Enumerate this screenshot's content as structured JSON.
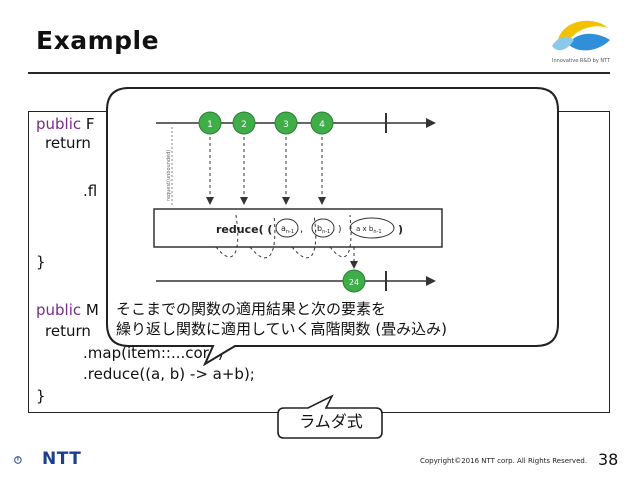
{
  "slide": {
    "title": "Example",
    "page_number": "38",
    "copyright": "Copyright©2016  NTT corp. All Rights Reserved."
  },
  "header_logo": {
    "caption": "Innovative R&D by NTT"
  },
  "footer_logo": {
    "text": "NTT"
  },
  "code": {
    "lines": [
      {
        "keyword": "public",
        "text": " F"
      },
      {
        "keyword": "",
        "text": "return"
      },
      {
        "keyword": "",
        "text": ".fl"
      },
      {
        "keyword": "",
        "text": "}"
      },
      {
        "keyword": "public",
        "text": " M"
      },
      {
        "keyword": "",
        "text": "return"
      },
      {
        "keyword": "",
        "text": ".map(item::...core)"
      },
      {
        "keyword": "",
        "text": ".reduce((a, b) -> a+b);"
      },
      {
        "keyword": "",
        "text": "}"
      }
    ]
  },
  "callout": {
    "line1": "そこまでの関数の適用結果と次の要素を",
    "line2": "繰り返し関数に適用していく高階関数 (畳み込み)"
  },
  "marble_diagram": {
    "inputs": [
      "1",
      "2",
      "3",
      "4"
    ],
    "axis_label": "request(unbounded)",
    "operator_label": "reduce( (",
    "arg_a": "a",
    "arg_a_sub": "n-1",
    "arg_b": "b",
    "arg_b_sub": "n-1",
    "result_label": "a",
    "result_mid": " x b",
    "result_sub": "n-1",
    "close": ") )",
    "output": "24"
  },
  "lambda_label": "ラムダ式",
  "colors": {
    "marble_green": "#3fae49",
    "keyword_purple": "#7a2a8a",
    "ntt_blue": "#1a3f8c"
  }
}
